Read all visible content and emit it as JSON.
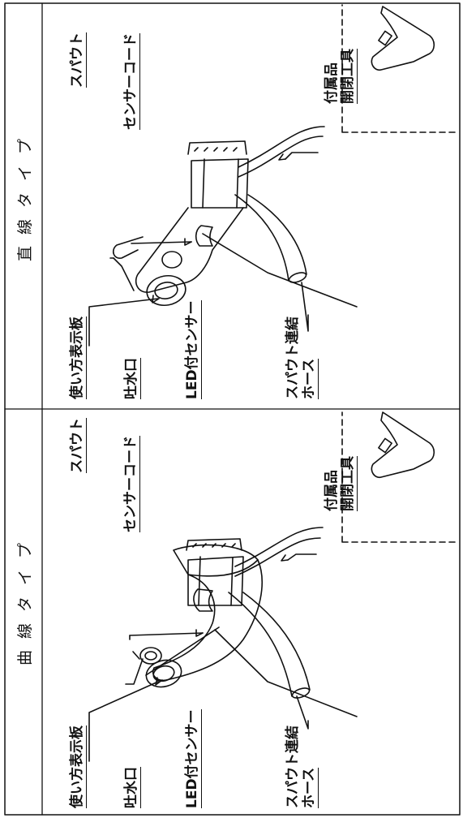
{
  "left_panel": {
    "title": "曲線タイプ",
    "labels": {
      "usage_plate": "使い方表示板",
      "spout": "スパウト",
      "sensor_cord": "センサーコード",
      "outlet": "吐水口",
      "led_sensor": "LED付センサー",
      "hose_line1": "スパウト連結",
      "hose_line2": "ホース",
      "accessory": "付属品",
      "tool": "開閉工具"
    }
  },
  "right_panel": {
    "title": "直線タイプ",
    "labels": {
      "usage_plate": "使い方表示板",
      "spout": "スパウト",
      "sensor_cord": "センサーコード",
      "outlet": "吐水口",
      "led_sensor": "LED付センサー",
      "hose_line1": "スパウト連結",
      "hose_line2": "ホース",
      "accessory": "付属品",
      "tool": "開閉工具"
    }
  }
}
